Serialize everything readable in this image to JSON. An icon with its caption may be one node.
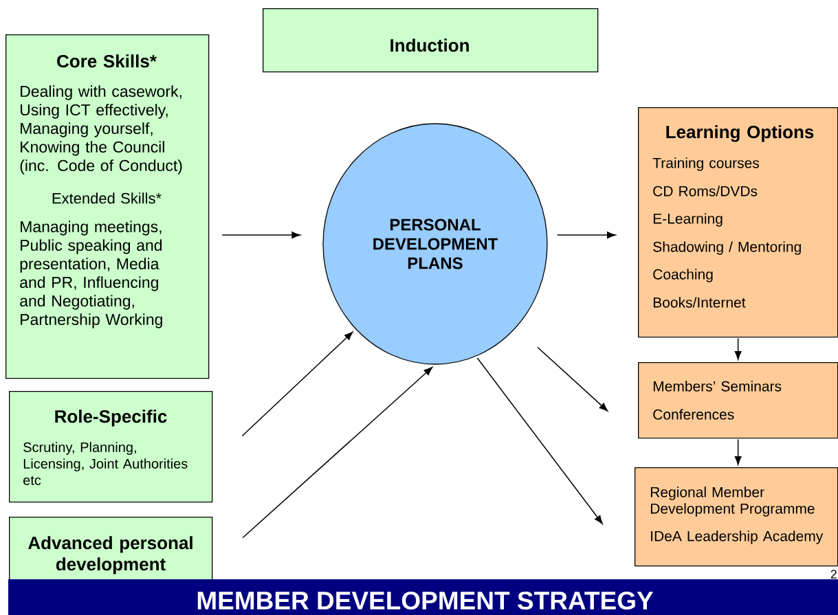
{
  "diagram": {
    "title": "MEMBER DEVELOPMENT STRATEGY",
    "nodes": [
      {
        "text": [
          "Core Skills*",
          "Dealing with casework, Using ICT effectively, Managing yourself, Knowing the Council (inc. Code of Conduct)",
          "Extended Skills*",
          "Managing meetings, Public speaking and presentation, Media and PR, Influencing and Negotiating, Partnership Working"
        ]
      },
      {
        "text": [
          "Induction"
        ]
      },
      {
        "text": [
          "PERSONAL DEVELOPMENT PLANS"
        ]
      },
      {
        "text": [
          "Learning Options",
          "Training courses",
          "CD Roms/DVDs",
          "E-Learning",
          "Shadowing / Mentoring",
          "Coaching",
          "Books/Internet"
        ]
      },
      {
        "text": [
          "Role-Specific",
          "Scrutiny, Planning, Licensing, Joint Authorities etc"
        ]
      },
      {
        "text": [
          "Members’ Seminars",
          "Conferences"
        ]
      },
      {
        "text": [
          "Advanced personal development"
        ]
      },
      {
        "text": [
          "Regional Member Development Programme",
          "IDeA Leadership Academy"
        ]
      }
    ],
    "edges": [
      {
        "from": 0,
        "to": 2,
        "arrow": "to"
      },
      {
        "from": 4,
        "to": 2,
        "arrow": "to"
      },
      {
        "from": 6,
        "to": 2,
        "arrow": "to"
      },
      {
        "from": 2,
        "to": 3,
        "arrow": "to"
      },
      {
        "from": 2,
        "to": 5,
        "arrow": "to"
      },
      {
        "from": 2,
        "to": 7,
        "arrow": "to"
      },
      {
        "from": 3,
        "to": 5,
        "arrow": "to"
      },
      {
        "from": 5,
        "to": 7,
        "arrow": "to"
      }
    ],
    "labels": [
      "2"
    ]
  }
}
